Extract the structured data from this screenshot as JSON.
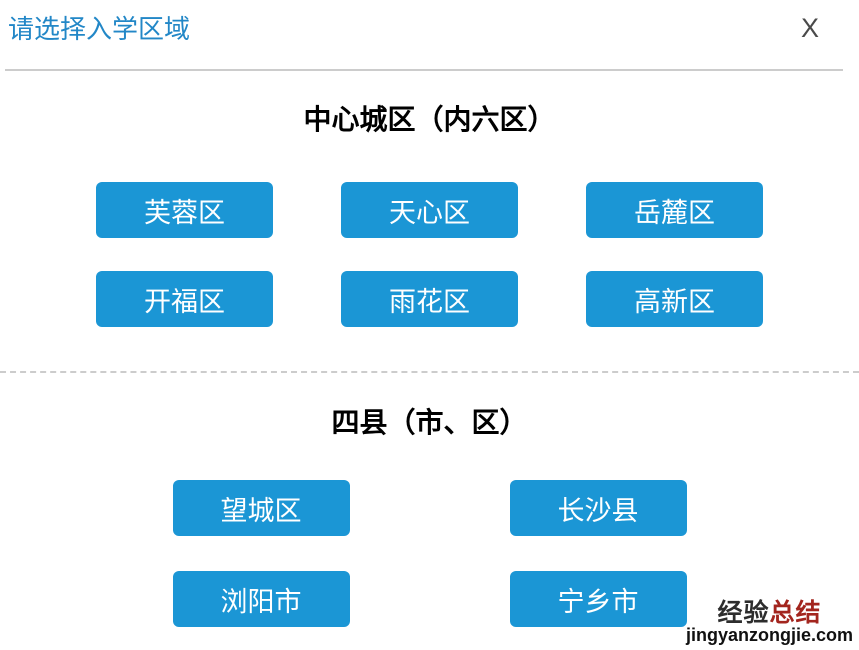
{
  "dialog": {
    "title": "请选择入学区域",
    "close_label": "X"
  },
  "sections": [
    {
      "heading": "中心城区（内六区）",
      "rows": [
        [
          "芙蓉区",
          "天心区",
          "岳麓区"
        ],
        [
          "开福区",
          "雨花区",
          "高新区"
        ]
      ]
    },
    {
      "heading": "四县（市、区）",
      "rows": [
        [
          "望城区",
          "长沙县"
        ],
        [
          "浏阳市",
          "宁乡市"
        ]
      ]
    }
  ],
  "watermark": {
    "brand_black": "经验",
    "brand_red": "总结",
    "site": "jingyanzongjie.com"
  },
  "colors": {
    "button_bg": "#1b96d5",
    "title_blue": "#2287c7",
    "watermark_red": "#a3251e",
    "divider_gray": "#cccccc"
  }
}
